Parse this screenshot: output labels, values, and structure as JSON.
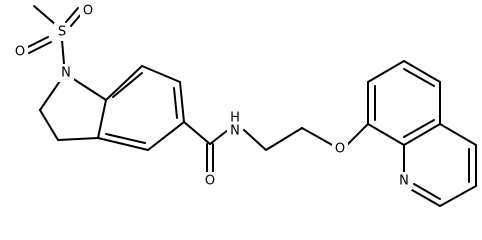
{
  "molecule": {
    "colors": {
      "bond": "#000000",
      "label": "#000000",
      "background": "#ffffff"
    },
    "atom_labels": {
      "s": "S",
      "o_s1": "O",
      "o_s2": "O",
      "n_indoline": "N",
      "n_amide": "N",
      "h_amide": "H",
      "o_carbonyl": "O",
      "o_ether": "O",
      "n_quinoline": "N"
    }
  }
}
